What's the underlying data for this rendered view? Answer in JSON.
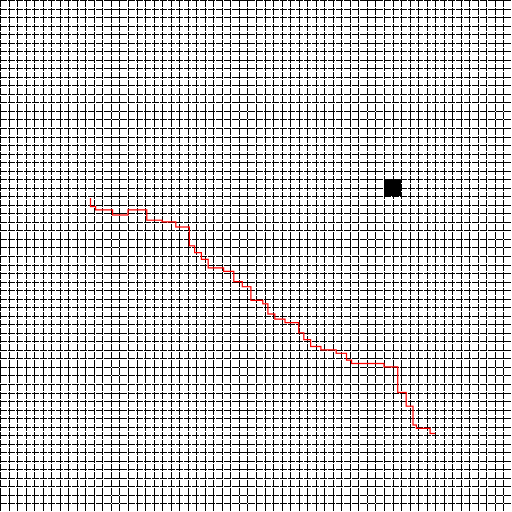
{
  "grid": {
    "columns": 60,
    "rows": 60,
    "line_color": "#000000",
    "background_color": "#ffffff"
  },
  "blocked_cell": {
    "col": 45,
    "row": 21,
    "color": "#000000"
  },
  "path": {
    "color": "#ff0000",
    "points": [
      [
        10.6,
        23.2
      ],
      [
        10.6,
        24.2
      ],
      [
        11.2,
        24.2
      ],
      [
        11.2,
        24.6
      ],
      [
        13.2,
        24.6
      ],
      [
        13.2,
        25.2
      ],
      [
        15.0,
        25.2
      ],
      [
        15.0,
        24.6
      ],
      [
        17.2,
        24.6
      ],
      [
        17.2,
        25.8
      ],
      [
        19.0,
        25.8
      ],
      [
        19.0,
        26.0
      ],
      [
        20.6,
        26.0
      ],
      [
        20.6,
        26.6
      ],
      [
        22.2,
        26.6
      ],
      [
        22.2,
        28.8
      ],
      [
        22.8,
        28.8
      ],
      [
        22.8,
        29.6
      ],
      [
        23.6,
        29.6
      ],
      [
        23.6,
        30.4
      ],
      [
        24.4,
        30.4
      ],
      [
        24.4,
        31.4
      ],
      [
        26.2,
        31.4
      ],
      [
        26.2,
        31.8
      ],
      [
        27.4,
        31.8
      ],
      [
        27.4,
        33.0
      ],
      [
        28.4,
        33.0
      ],
      [
        28.4,
        33.6
      ],
      [
        29.4,
        33.6
      ],
      [
        29.4,
        35.2
      ],
      [
        30.8,
        35.2
      ],
      [
        30.8,
        35.6
      ],
      [
        31.4,
        35.6
      ],
      [
        31.4,
        36.8
      ],
      [
        32.2,
        36.8
      ],
      [
        32.2,
        37.4
      ],
      [
        33.4,
        37.4
      ],
      [
        33.4,
        37.8
      ],
      [
        35.0,
        37.8
      ],
      [
        35.0,
        39.0
      ],
      [
        35.6,
        39.0
      ],
      [
        35.6,
        39.8
      ],
      [
        36.4,
        39.8
      ],
      [
        36.4,
        40.6
      ],
      [
        37.6,
        40.6
      ],
      [
        37.6,
        41.0
      ],
      [
        39.4,
        41.0
      ],
      [
        39.4,
        41.4
      ],
      [
        40.6,
        41.4
      ],
      [
        40.6,
        42.2
      ],
      [
        41.2,
        42.2
      ],
      [
        41.2,
        42.6
      ],
      [
        45.0,
        42.6
      ],
      [
        45.0,
        43.0
      ],
      [
        46.6,
        43.0
      ],
      [
        46.6,
        46.0
      ],
      [
        47.6,
        46.0
      ],
      [
        47.6,
        47.6
      ],
      [
        48.4,
        47.6
      ],
      [
        48.4,
        49.8
      ],
      [
        48.8,
        49.8
      ],
      [
        48.8,
        50.2
      ],
      [
        50.4,
        50.2
      ],
      [
        50.4,
        50.8
      ],
      [
        51.0,
        50.8
      ]
    ]
  }
}
